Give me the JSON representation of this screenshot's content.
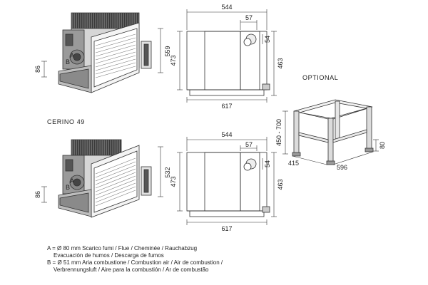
{
  "labels": {
    "optional": "OPTIONAL",
    "model": "CERINO 49"
  },
  "callouts": {
    "a": "A",
    "b": "B"
  },
  "dims": {
    "top_iso_height": "559",
    "top_iso_low": "86",
    "top_front_width": "544",
    "top_front_offset": "57",
    "top_front_small": "54",
    "top_front_height_left": "473",
    "top_front_height_right": "463",
    "top_front_base": "617",
    "bottom_iso_height": "532",
    "bottom_iso_low": "86",
    "bottom_front_width": "544",
    "bottom_front_offset": "57",
    "bottom_front_small": "54",
    "bottom_front_height_left": "473",
    "bottom_front_height_right": "463",
    "bottom_front_base": "617",
    "stand_height": "450 - 700",
    "stand_foot": "80",
    "stand_depth": "415",
    "stand_width": "596"
  },
  "legend": {
    "line1": "A = Ø 80 mm  Scarico fumi / Flue / Cheminée / Rauchabzug",
    "line2": "Evacuación de humos / Descarga de fumos",
    "line3": "B = Ø 51 mm  Aria combustione / Combustion air / Air de combustion /",
    "line4": "Verbrennungsluft / Aire para la combustión / Ar de combustão"
  }
}
